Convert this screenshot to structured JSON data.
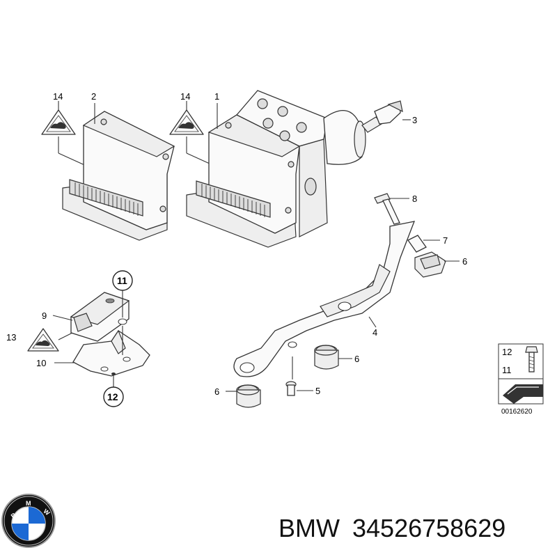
{
  "callouts": {
    "c14a": "14",
    "c2": "2",
    "c14b": "14",
    "c1": "1",
    "c3": "3",
    "c8": "8",
    "c7": "7",
    "c6a": "6",
    "c4": "4",
    "c6b": "6",
    "c6c": "6",
    "c5": "5",
    "c11": "11",
    "c9": "9",
    "c13": "13",
    "c10": "10",
    "c12": "12"
  },
  "legend_box": {
    "top": "12",
    "bottom": "11"
  },
  "reference_number": "00162620",
  "footer": {
    "brand": "BMW",
    "part_number": "34526758629"
  },
  "logo": {
    "letters": "BMW",
    "colors": {
      "blue": "#1c69d4",
      "white": "#ffffff",
      "ring": "#111111"
    }
  }
}
